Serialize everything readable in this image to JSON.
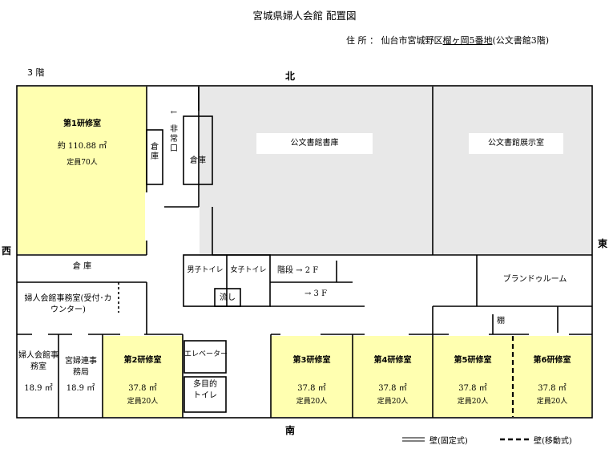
{
  "title": "宮城県婦人会館 配置図",
  "address": {
    "prefix": "住 所 ： 仙台市宮城野区",
    "underlined": "榴ヶ岡5番地",
    "suffix": "(公文書館3階)"
  },
  "floor_label": "3 階",
  "directions": {
    "north": "北",
    "south": "南",
    "west": "西",
    "east": "東"
  },
  "colors": {
    "room_highlight": "#ffffb0",
    "archive_gray": "#e8e8e8",
    "wall": "#000000"
  },
  "rooms": {
    "room1": {
      "name": "第1研修室",
      "area": "約 110.88 ㎡",
      "capacity": "定員70人"
    },
    "storage_small": "倉庫",
    "emergency_exit": {
      "arrow": "←",
      "label": "非常口"
    },
    "storage_mid": "倉庫",
    "archive_stacks": "公文書館書庫",
    "archive_exhibit": "公文書館展示室",
    "storage_west": "倉 庫",
    "mens_toilet": "男子トイレ",
    "womens_toilet": "女子トイレ",
    "sink": "流し",
    "stairs_2f": "階段 → 2 F",
    "stairs_3f": "→ 3 F",
    "brand_room": "ブランドゥルーム",
    "shelf": "棚",
    "office_reception": "婦人会館事務室(受付･カウンター)",
    "office_small": {
      "name": "婦人会館事務室",
      "area": "18.9 ㎡"
    },
    "fujin_office": {
      "name": "宮婦連事務局",
      "area": "18.9 ㎡"
    },
    "room2": {
      "name": "第2研修室",
      "area": "37.8 ㎡",
      "capacity": "定員20人"
    },
    "elevator": "エレベーター",
    "multi_toilet": "多目的トイレ",
    "room3": {
      "name": "第3研修室",
      "area": "37.8 ㎡",
      "capacity": "定員20人"
    },
    "room4": {
      "name": "第4研修室",
      "area": "37.8 ㎡",
      "capacity": "定員20人"
    },
    "room5": {
      "name": "第5研修室",
      "area": "37.8 ㎡",
      "capacity": "定員20人"
    },
    "room6": {
      "name": "第6研修室",
      "area": "37.8 ㎡",
      "capacity": "定員20人"
    }
  },
  "legend": {
    "fixed_wall": "壁(固定式)",
    "movable_wall": "壁(移動式)"
  }
}
